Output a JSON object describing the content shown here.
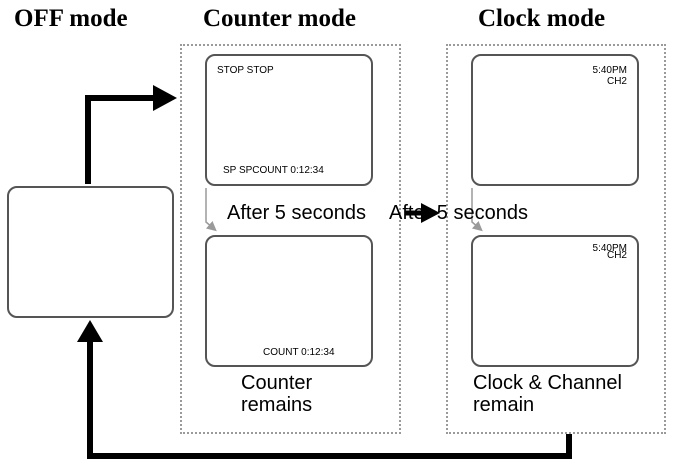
{
  "modes": {
    "off": {
      "title": "OFF mode"
    },
    "counter": {
      "title": "Counter mode",
      "screen_top": {
        "status": "STOP STOP",
        "counter": "SP SPCOUNT  0:12:34"
      },
      "screen_bottom": {
        "counter": "COUNT  0:12:34"
      },
      "caption_line1": "Counter",
      "caption_line2": "remains"
    },
    "clock": {
      "title": "Clock mode",
      "screen_top": {
        "time": "5:40PM",
        "channel": "CH2"
      },
      "screen_bottom": {
        "time": "5:40PM",
        "channel": "CH2"
      },
      "caption_line1": "Clock & Channel",
      "caption_line2": "remain"
    }
  },
  "transitions": {
    "counter_delay": "After 5 seconds",
    "clock_delay": "After 5 seconds"
  }
}
